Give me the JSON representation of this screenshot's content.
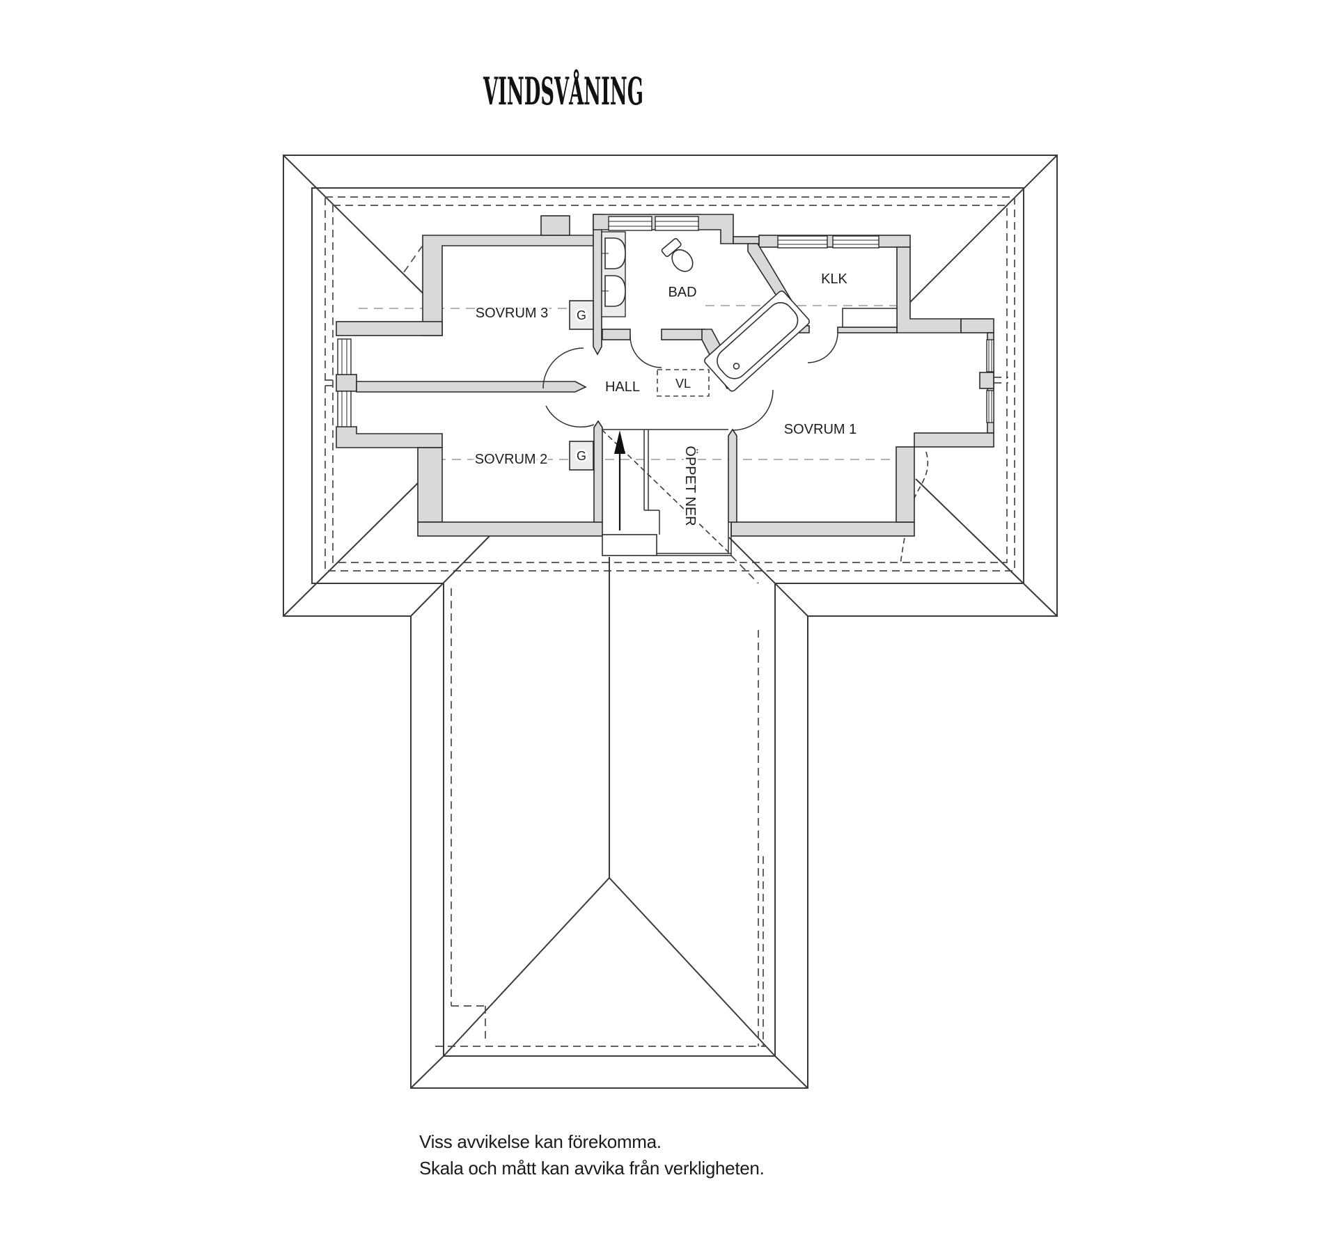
{
  "title": "VINDSVÅNING",
  "rooms": {
    "sovrum3": "SOVRUM 3",
    "sovrum2": "SOVRUM 2",
    "sovrum1": "SOVRUM 1",
    "bad": "BAD",
    "klk": "KLK",
    "hall": "HALL",
    "vl": "VL",
    "oppet_ner": "ÖPPET NER",
    "wardrobe_label": "G"
  },
  "footer": {
    "line1": "Viss avvikelse kan förekomma.",
    "line2": "Skala och mått kan avvika från verkligheten."
  },
  "colors": {
    "background": "#ffffff",
    "wall_fill": "#d9d9d9",
    "line": "#3a3a3a",
    "dash_light": "#b3b3b3",
    "text": "#1d1d1d"
  }
}
